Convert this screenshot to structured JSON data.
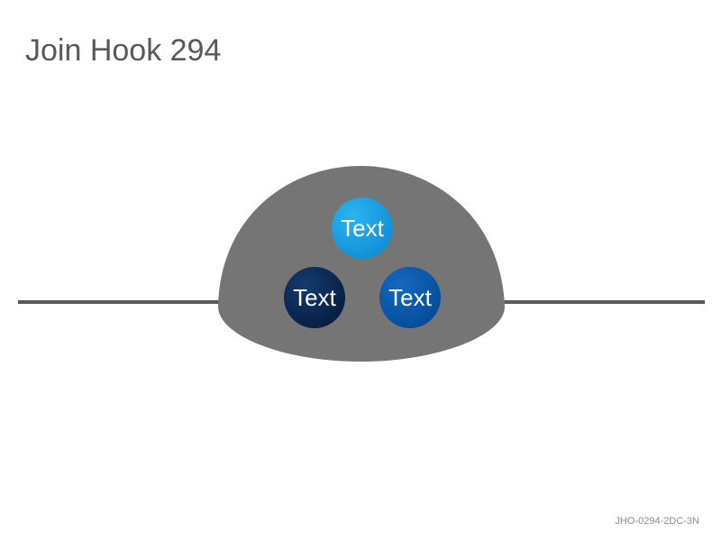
{
  "title": "Join Hook 294",
  "code": "JHO-0294-2DC-3N",
  "nodes": [
    {
      "label": "Text",
      "color": "#1aa3e8"
    },
    {
      "label": "Text",
      "color": "#0b2a55"
    },
    {
      "label": "Text",
      "color": "#0a5bb0"
    }
  ],
  "colors": {
    "dome": "#757575",
    "line": "#595959"
  }
}
